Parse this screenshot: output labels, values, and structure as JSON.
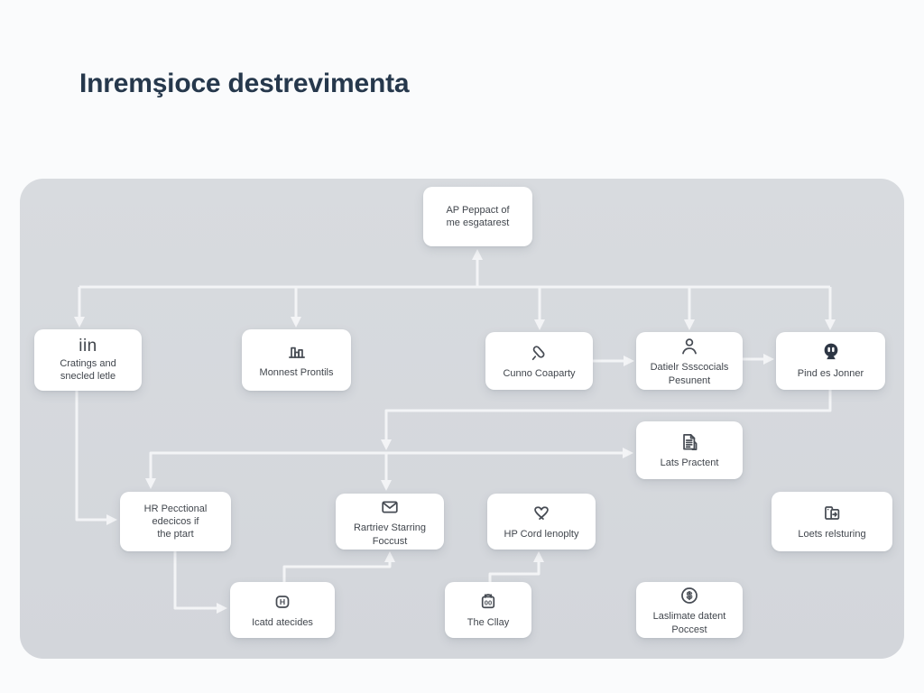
{
  "title": "Inremşioce destrevimenta",
  "colors": {
    "title": "#26384c",
    "panel_background": "#d6d9dd",
    "node_background": "#ffffff",
    "node_text": "#41464d",
    "connector": "#f3f4f6",
    "dark_icon": "#2d3644"
  },
  "diagram": {
    "nodes": {
      "report": {
        "label": "AP Peppact of\nme esgatarest"
      },
      "ratings": {
        "icon": "in-text-icon",
        "icon_text": "iin",
        "label": "Cratings and\nsnecled letle"
      },
      "trends": {
        "icon": "bar-chart-icon",
        "label": "Monnest Prontils"
      },
      "company": {
        "icon": "pen-icon",
        "label": "Cunno Coaparty"
      },
      "specials": {
        "icon": "person-icon",
        "label": "Datielr Ssscocials\nPesunent"
      },
      "partner": {
        "icon": "chat-pin-icon",
        "label": "Pind es Jonner"
      },
      "practent": {
        "icon": "document-icon",
        "label": "Lats Practent"
      },
      "sectional": {
        "label": "HR Pecctional\nedecicos if\nthe ptart"
      },
      "review": {
        "icon": "envelope-icon",
        "label": "Rartriev Starring\nFoccust"
      },
      "loyalty": {
        "icon": "heart-icon",
        "label": "HP Cord lenoplty"
      },
      "restoring": {
        "icon": "cards-icon",
        "label": "Loets relsturing"
      },
      "articles": {
        "icon": "h-badge-icon",
        "label": "Icatd atecides"
      },
      "day": {
        "icon": "calendar-icon",
        "label": "The Cllay"
      },
      "estimate": {
        "icon": "dollar-icon",
        "label": "Laslimate datent\nPoccest"
      }
    }
  }
}
